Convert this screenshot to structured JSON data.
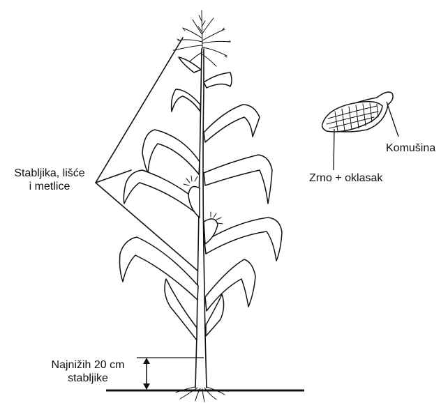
{
  "labels": {
    "stalk_leaves_tassels": [
      "Stabljika, lišće",
      "i metlice"
    ],
    "lowest_stalk": [
      "Najnižih 20 cm",
      "stabljike"
    ],
    "grain_cob": "Zrno + oklasak",
    "husk": "Komušina"
  }
}
